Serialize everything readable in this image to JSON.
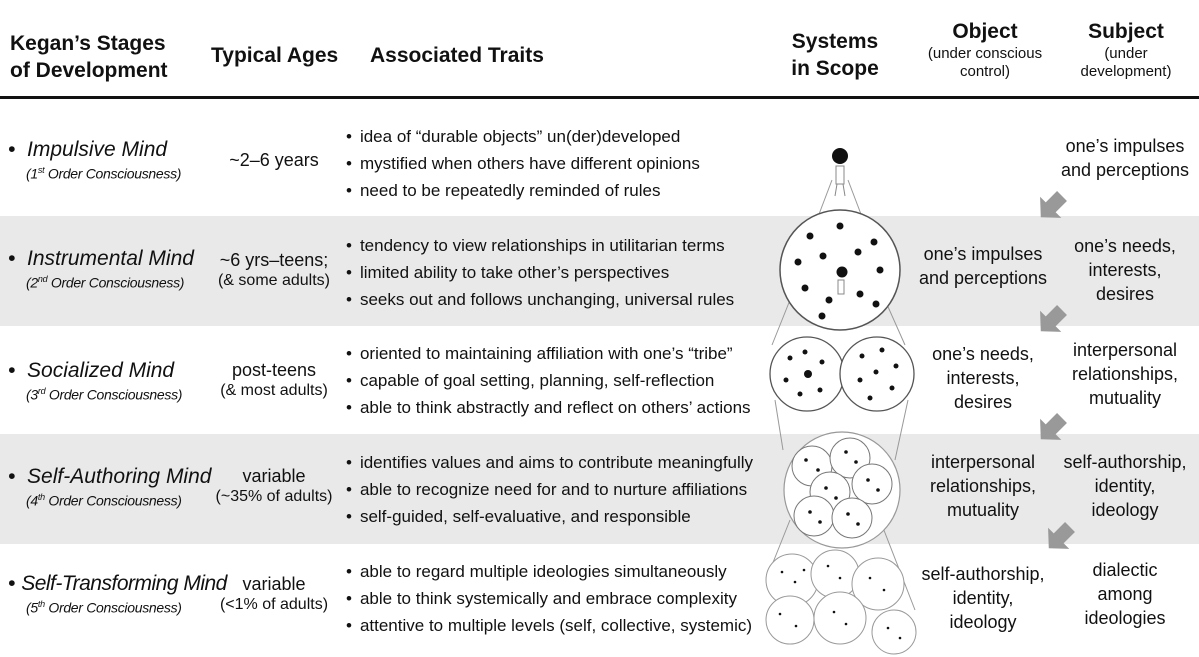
{
  "headers": {
    "stages": [
      "Kegan’s Stages",
      "of Development"
    ],
    "ages": "Typical Ages",
    "traits": "Associated Traits",
    "systems": [
      "Systems",
      "in Scope"
    ],
    "object": "Object",
    "object_sub": [
      "(under conscious",
      "control)"
    ],
    "subject": "Subject",
    "subject_sub": [
      "(under",
      "development)"
    ]
  },
  "rows": [
    {
      "name": "Impulsive Mind",
      "order_num": "1",
      "order_sup": "st",
      "order_rest": " Order Consciousness)",
      "age": [
        "~2–6 years"
      ],
      "traits": [
        "idea of “durable objects” un(der)developed",
        "mystified when others have different opinions",
        "need to be repeatedly reminded of rules"
      ],
      "object": [],
      "subject": [
        "one’s impulses",
        "and perceptions"
      ]
    },
    {
      "name": "Instrumental Mind",
      "order_num": "2",
      "order_sup": "nd",
      "order_rest": " Order Consciousness)",
      "age": [
        "~6 yrs–teens;",
        "(& some adults)"
      ],
      "traits": [
        "tendency to view relationships in utilitarian terms",
        "limited ability to take other’s perspectives",
        "seeks out and follows unchanging, universal rules"
      ],
      "object": [
        "one’s impulses",
        "and perceptions"
      ],
      "subject": [
        "one’s needs,",
        "interests,",
        "desires"
      ]
    },
    {
      "name": "Socialized Mind",
      "order_num": "3",
      "order_sup": "rd",
      "order_rest": " Order Consciousness)",
      "age": [
        "post-teens",
        "(& most adults)"
      ],
      "traits": [
        "oriented to maintaining affiliation with one’s “tribe”",
        "capable of goal setting, planning, self-reflection",
        "able to think abstractly and reflect on others’ actions"
      ],
      "object": [
        "one’s needs,",
        "interests,",
        "desires"
      ],
      "subject": [
        "interpersonal",
        "relationships,",
        "mutuality"
      ]
    },
    {
      "name": "Self-Authoring Mind",
      "order_num": "4",
      "order_sup": "th",
      "order_rest": " Order Consciousness)",
      "age": [
        "variable",
        "(~35% of adults)"
      ],
      "traits": [
        "identifies values and aims to contribute meaningfully",
        "able to recognize need for and to nurture affiliations",
        "self-guided, self-evaluative, and responsible"
      ],
      "object": [
        "interpersonal",
        "relationships,",
        "mutuality"
      ],
      "subject": [
        "self-authorship,",
        "identity,",
        "ideology"
      ]
    },
    {
      "name": "Self-Transforming Mind",
      "order_num": "5",
      "order_sup": "th",
      "order_rest": " Order Consciousness)",
      "age": [
        "variable",
        "(<1% of adults)"
      ],
      "traits": [
        "able to regard multiple ideologies simultaneously",
        "able to think systemically and embrace complexity",
        "attentive to multiple levels (self, collective, systemic)"
      ],
      "object": [
        "self-authorship,",
        "identity,",
        "ideology"
      ],
      "subject": [
        "dialectic",
        "among",
        "ideologies"
      ]
    }
  ]
}
